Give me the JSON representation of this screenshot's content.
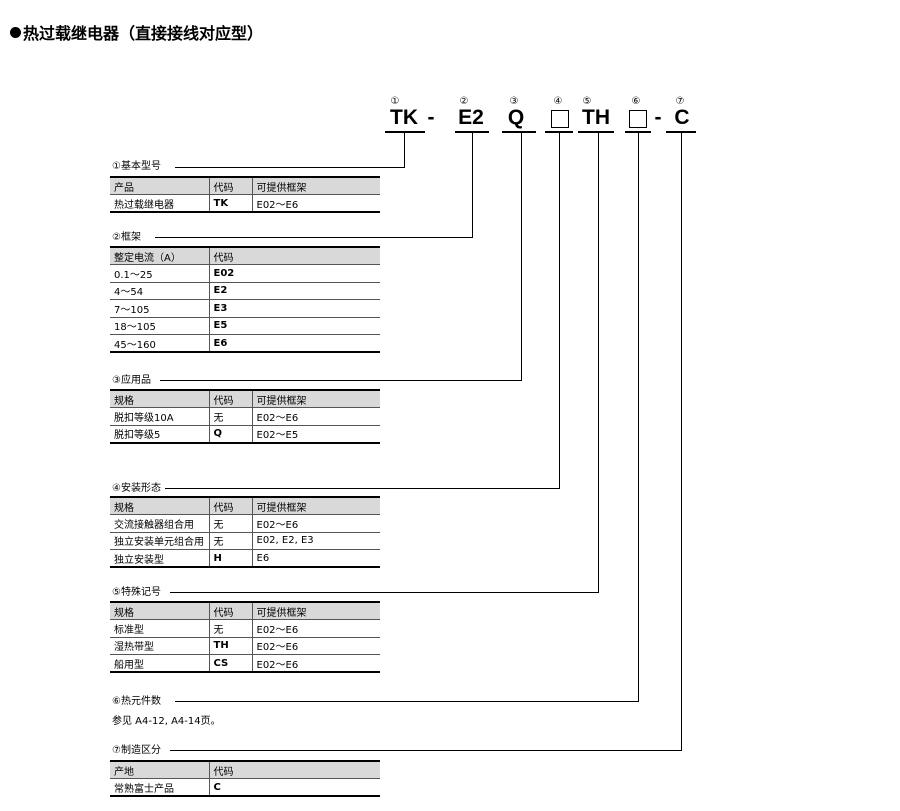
{
  "title": "热过载继电器（直接接线对应型）",
  "model": {
    "circle_nums": [
      "①",
      "②",
      "③",
      "④",
      "⑤",
      "⑥",
      "⑦"
    ],
    "parts": {
      "tk": "TK",
      "e2": "E2",
      "q": "Q",
      "th": "TH",
      "c": "C"
    },
    "dash": "-"
  },
  "sections": [
    {
      "label": "①基本型号",
      "headers": [
        "产品",
        "代码",
        "可提供框架"
      ],
      "rows": [
        [
          "热过载继电器",
          "TK",
          "E02～E6"
        ]
      ]
    },
    {
      "label": "②框架",
      "headers": [
        "整定电流（A）",
        "代码"
      ],
      "rows": [
        [
          "0.1～25",
          "E02"
        ],
        [
          "4～54",
          "E2"
        ],
        [
          "7～105",
          "E3"
        ],
        [
          "18～105",
          "E5"
        ],
        [
          "45～160",
          "E6"
        ]
      ]
    },
    {
      "label": "③应用品",
      "headers": [
        "规格",
        "代码",
        "可提供框架"
      ],
      "rows": [
        [
          "脱扣等级10A",
          "无",
          "E02～E6"
        ],
        [
          "脱扣等级5",
          "Q",
          "E02～E5"
        ]
      ]
    },
    {
      "label": "④安装形态",
      "headers": [
        "规格",
        "代码",
        "可提供框架"
      ],
      "rows": [
        [
          "交流接触器组合用",
          "无",
          "E02～E6"
        ],
        [
          "独立安装单元组合用",
          "无",
          "E02, E2, E3"
        ],
        [
          "独立安装型",
          "H",
          "E6"
        ]
      ]
    },
    {
      "label": "⑤特殊记号",
      "headers": [
        "规格",
        "代码",
        "可提供框架"
      ],
      "rows": [
        [
          "标准型",
          "无",
          "E02～E6"
        ],
        [
          "湿热带型",
          "TH",
          "E02～E6"
        ],
        [
          "船用型",
          "CS",
          "E02～E6"
        ]
      ]
    },
    {
      "label": "⑥热元件数",
      "note": "参见 A4-12, A4-14页。"
    },
    {
      "label": "⑦制造区分",
      "headers": [
        "产地",
        "代码"
      ],
      "rows": [
        [
          "常熟富士产品",
          "C"
        ]
      ]
    }
  ]
}
